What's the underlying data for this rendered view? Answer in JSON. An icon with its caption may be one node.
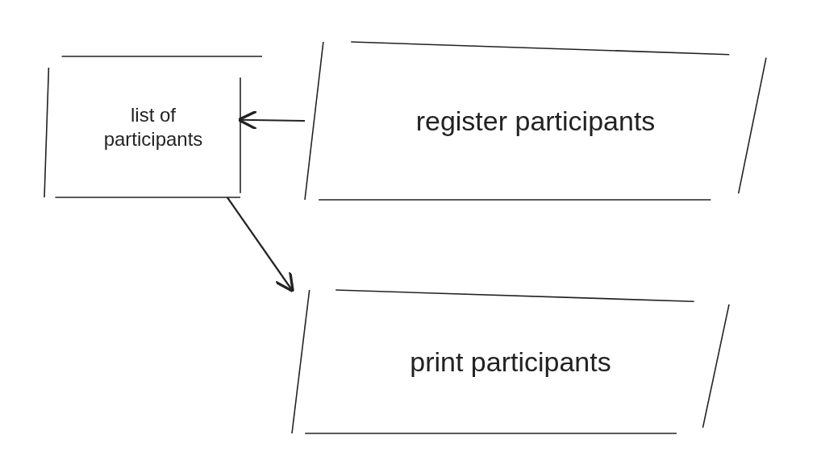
{
  "diagram": {
    "nodes": [
      {
        "text": [
          "list of participants"
        ]
      },
      {
        "text": [
          "register participants"
        ]
      },
      {
        "text": [
          "print participants"
        ]
      }
    ],
    "edges": [
      {
        "from": 1,
        "to": 0,
        "arrow": "to"
      },
      {
        "from": 0,
        "to": 2,
        "arrow": "to"
      }
    ]
  }
}
